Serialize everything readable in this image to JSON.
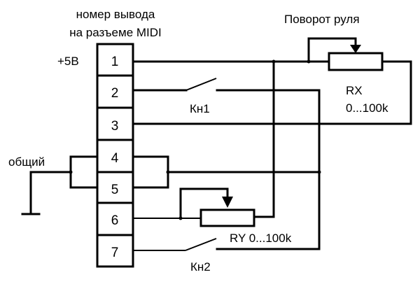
{
  "title": {
    "line1": "номер вывода",
    "line2": "на разъеме MIDI"
  },
  "supply_label": "+5В",
  "ground_label": "общий",
  "pins": [
    "1",
    "2",
    "3",
    "4",
    "5",
    "6",
    "7"
  ],
  "components": {
    "rx": {
      "caption": "Поворот руля",
      "name": "RX",
      "range": "0...100k"
    },
    "ry": {
      "label": "RY 0...100k"
    },
    "kn1": {
      "label": "Кн1"
    },
    "kn2": {
      "label": "Кн2"
    }
  }
}
